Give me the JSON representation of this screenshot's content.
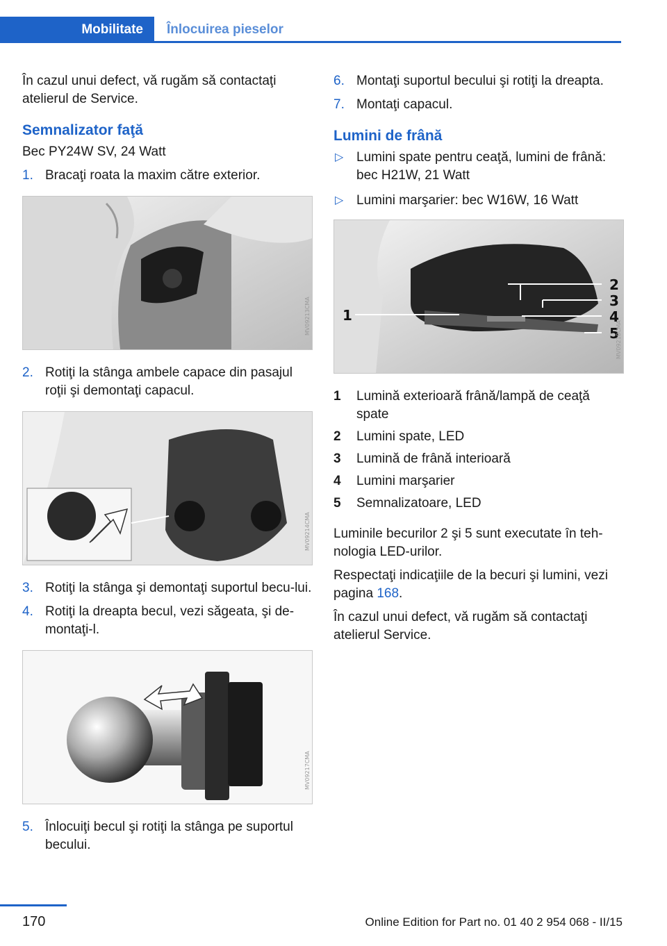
{
  "header": {
    "tab_active": "Mobilitate",
    "tab_inactive": "Înlocuirea pieselor"
  },
  "left": {
    "intro": "În cazul unui defect, vă rugăm să contactaţi atelierul de Service.",
    "heading": "Semnalizator faţă",
    "subtitle": "Bec PY24W SV, 24 Watt",
    "steps": [
      {
        "n": "1.",
        "text": "Bracaţi roata la maxim către exterior."
      },
      {
        "n": "2.",
        "text": "Rotiţi la stânga ambele capace din pasajul roţii şi demontaţi capacul."
      },
      {
        "n": "3.",
        "text": "Rotiţi la stânga şi demontaţi suportul becu-lui."
      },
      {
        "n": "4.",
        "text": "Rotiţi la dreapta becul, vezi săgeata, şi de-montaţi-l."
      },
      {
        "n": "5.",
        "text": "Înlocuiţi becul şi rotiţi la stânga pe suportul becului."
      }
    ],
    "fig_codes": [
      "MV09213CMA",
      "MV09214CMA",
      "MV09217CMA"
    ]
  },
  "right": {
    "steps": [
      {
        "n": "6.",
        "text": "Montaţi suportul becului şi rotiţi la dreapta."
      },
      {
        "n": "7.",
        "text": "Montaţi capacul."
      }
    ],
    "heading": "Lumini de frână",
    "bullets": [
      "Lumini spate pentru ceaţă, lumini de frână: bec H21W, 21 Watt",
      "Lumini marşarier: bec W16W, 16 Watt"
    ],
    "fig_code": "MV09218CMA",
    "fig_callouts": [
      "1",
      "2",
      "3",
      "4",
      "5"
    ],
    "legend": [
      {
        "k": "1",
        "v": "Lumină exterioară frână/lampă de ceaţă spate"
      },
      {
        "k": "2",
        "v": "Lumini spate, LED"
      },
      {
        "k": "3",
        "v": "Lumină de frână interioară"
      },
      {
        "k": "4",
        "v": "Lumini marşarier"
      },
      {
        "k": "5",
        "v": "Semnalizatoare, LED"
      }
    ],
    "para1": "Luminile becurilor 2 şi 5 sunt executate în teh-nologia LED-urilor.",
    "para2_pre": "Respectaţi indicaţiile de la becuri şi lumini, vezi pagina ",
    "para2_link": "168",
    "para2_post": ".",
    "para3": "În cazul unui defect, vă rugăm să contactaţi atelierul Service."
  },
  "footer": {
    "page_number": "170",
    "edition": "Online Edition for Part no. 01 40 2 954 068 - II/15"
  },
  "colors": {
    "accent": "#1e63c8"
  }
}
